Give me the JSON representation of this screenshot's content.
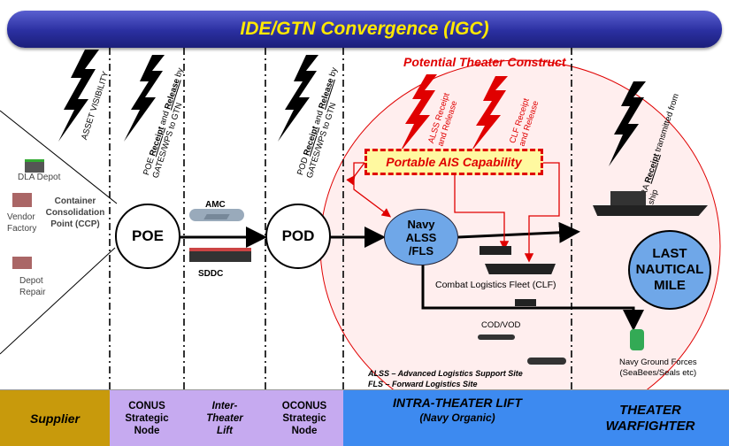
{
  "banner": {
    "title": "IDE/GTN Convergence (IGC)"
  },
  "potential": "Potential Theater Construct",
  "portable": "Portable AIS Capability",
  "bolts": {
    "asset_visibility": "ASSET VISIBILITY",
    "poe": {
      "a": "POE ",
      "b": "Receipt",
      "c": " and ",
      "d": "Release",
      "e": " by",
      "line2": "GATES/WPS  to GTN"
    },
    "pod": {
      "a": "POD ",
      "b": "Receipt",
      "c": " and ",
      "d": "Release",
      "e": " by",
      "line2": "GATES/WPS  to GTN"
    },
    "alss": {
      "line1": "ALSS Receipt",
      "line2": "and Release"
    },
    "clf": {
      "line1": "CLF Receipt",
      "line2": "and Release"
    },
    "dra": {
      "a": "DRA ",
      "b": "Receipt",
      "c": " transmitted from",
      "line2": "ship"
    }
  },
  "left": {
    "dla_depot": "DLA Depot",
    "vendor": "Vendor",
    "factory": "Factory",
    "depot": "Depot",
    "repair": "Repair",
    "container": "Container",
    "consolidation": "Consolidation",
    "point": "Point (CCP)"
  },
  "nodes": {
    "poe": "POE",
    "pod": "POD",
    "navy_l1": "Navy",
    "navy_l2": "ALSS",
    "navy_l3": "/FLS",
    "last_l1": "LAST",
    "last_l2": "NAUTICAL",
    "last_l3": "MILE"
  },
  "labels": {
    "amc": "AMC",
    "sddc": "SDDC",
    "clf": "Combat Logistics Fleet (CLF)",
    "cod": "COD/VOD",
    "ground1": "Navy Ground Forces",
    "ground2": "(SeaBees/Seals etc)",
    "alss_def": "ALSS – Advanced Logistics Support Site",
    "fls_def": "FLS – Forward Logistics Site"
  },
  "lanes": {
    "supplier": "Supplier",
    "conus": {
      "l1": "CONUS",
      "l2": "Strategic",
      "l3": "Node"
    },
    "inter": {
      "l1": "Inter-",
      "l2": "Theater",
      "l3": "Lift"
    },
    "oconus": {
      "l1": "OCONUS",
      "l2": "Strategic",
      "l3": "Node"
    },
    "intra": {
      "l1": "INTRA-THEATER LIFT",
      "l2": "(Navy Organic)"
    },
    "theater": {
      "l1": "THEATER",
      "l2": "WARFIGHTER"
    }
  },
  "colors": {
    "supplier": "#c89a0c",
    "lavender": "#c6aaf0",
    "blue": "#3d8af0",
    "red": "#e00000",
    "node_blue": "#6fa7e8"
  }
}
